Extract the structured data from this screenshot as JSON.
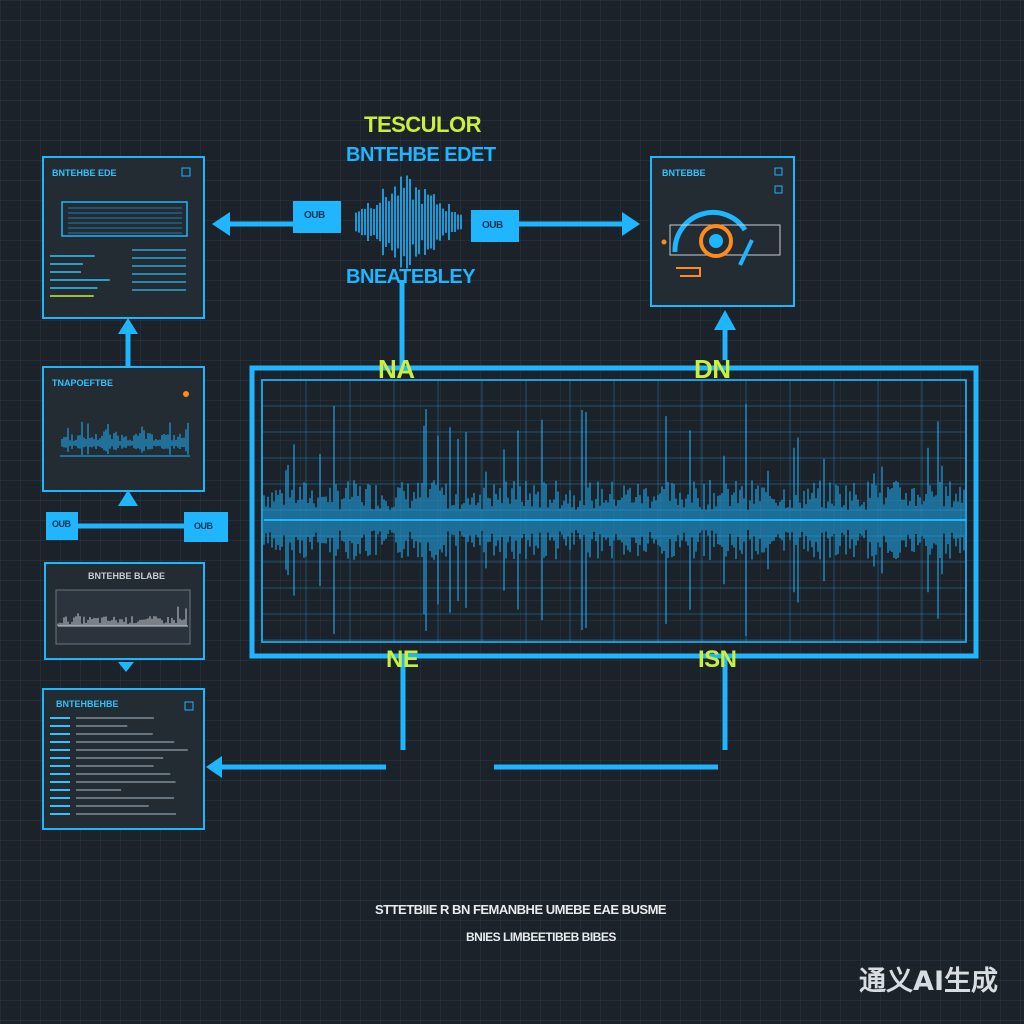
{
  "title": "TESCULOR",
  "subtitle_top": "BNTEHBE EDET",
  "subtitle_bottom": "BNEATEBLEY",
  "box_left_label": "OUB",
  "box_right_label": "OUB",
  "box_side_left": "OUB",
  "box_side_right": "OUB",
  "corner_tl": "NA",
  "corner_tr": "DN",
  "corner_bl": "NE",
  "corner_br": "ISN",
  "panels": {
    "p1_title": "BNTEHBE EDE",
    "p2_title": "BNTEBBE",
    "p3_title": "TNAPOEFTBE",
    "p4_title": "BNTEHBE BLABE",
    "p5_title": "BNTEHBEHBE"
  },
  "footer_line1": "STTETBIIE R BN FEMANBHE UMEBE EAE BUSME",
  "footer_line2": "BNIES LIMBEETIBEB BIBES",
  "watermark": "通义AI生成",
  "colors": {
    "accent_blue": "#1fb6ff",
    "accent_yellow": "#c8f03c",
    "accent_orange": "#ff8a1e"
  }
}
